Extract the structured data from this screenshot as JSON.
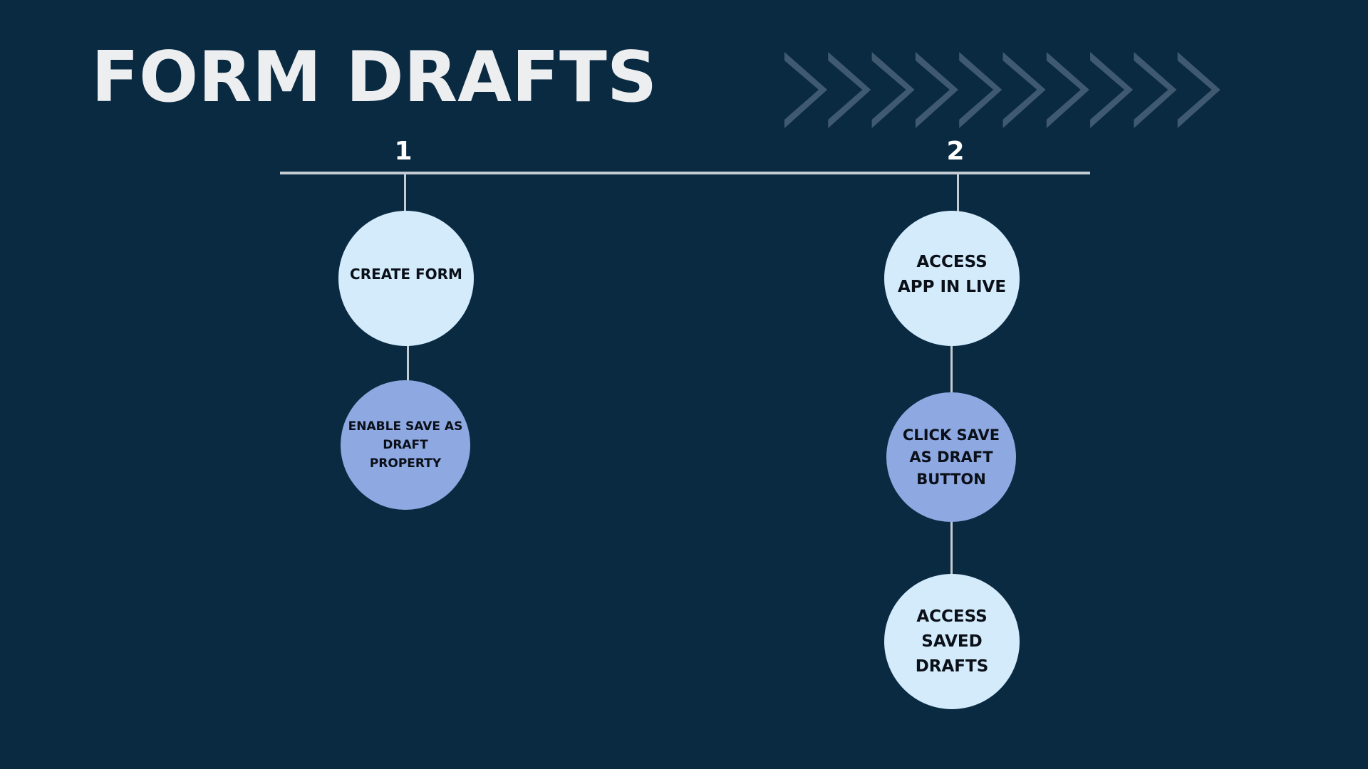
{
  "title": "FORM DRAFTS",
  "colors": {
    "background": "#0a2a42",
    "light_node": "#d3ebfb",
    "mid_node": "#8ea9e2",
    "line": "#c3cbd3",
    "chevron": "#3f5a70"
  },
  "decoration": {
    "icon": "chevron-right-icon",
    "count": 10
  },
  "steps": [
    {
      "number": "1",
      "nodes": [
        "CREATE FORM",
        "ENABLE SAVE AS DRAFT PROPERTY"
      ]
    },
    {
      "number": "2",
      "nodes": [
        "ACCESS APP IN LIVE",
        "CLICK SAVE AS DRAFT BUTTON",
        "ACCESS SAVED DRAFTS"
      ]
    }
  ]
}
